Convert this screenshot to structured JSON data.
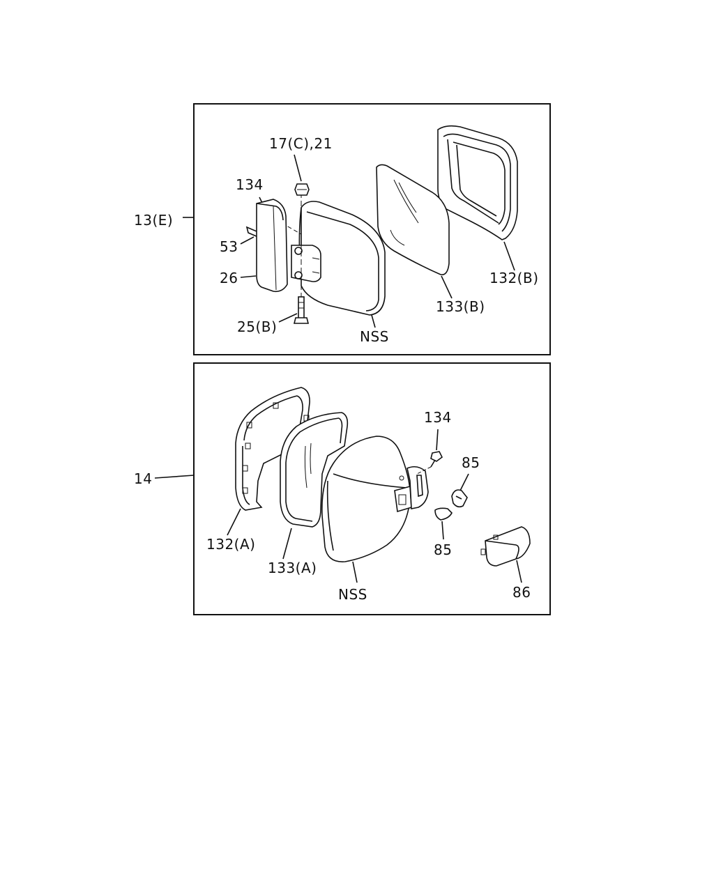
{
  "diagram": {
    "panel_top": {
      "assembly_label": "13(E)",
      "callouts": {
        "bolt_nut": "17(C),21",
        "screw": "134",
        "bulb": "53",
        "lamp_cover": "26",
        "pivot_bolt": "25(B)",
        "housing": "NSS",
        "mirror_glass": "133(B)",
        "mirror_frame": "132(B)"
      }
    },
    "panel_bottom": {
      "assembly_label": "14",
      "callouts": {
        "frame": "132(A)",
        "mirror_glass": "133(A)",
        "housing": "NSS",
        "screw": "134",
        "clip_upper": "85",
        "clip_lower": "85",
        "lamp_cover": "86"
      }
    }
  }
}
